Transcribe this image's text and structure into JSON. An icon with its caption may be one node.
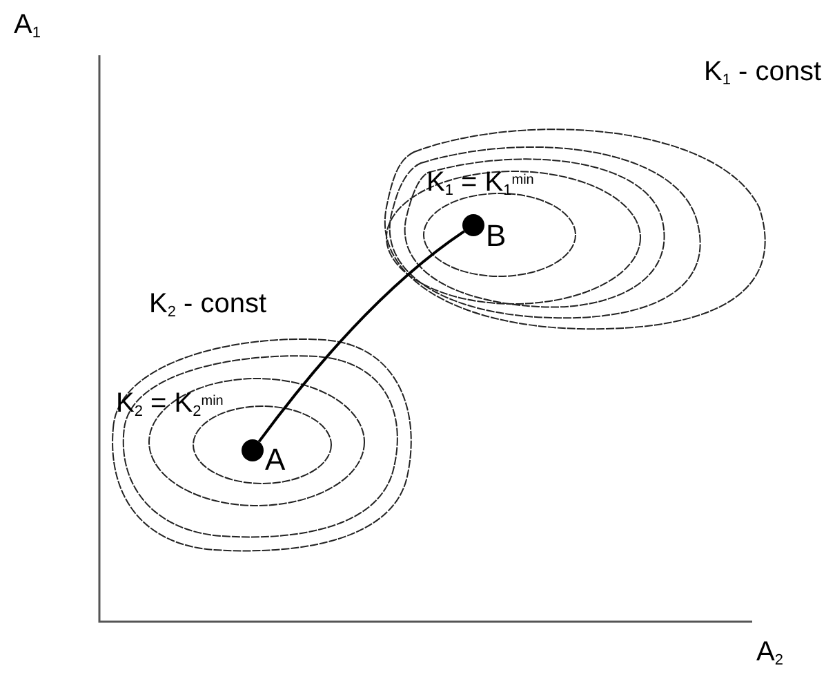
{
  "diagram": {
    "nodes": [
      {
        "text": [],
        "shape": "circle",
        "beside": [
          "A"
        ]
      },
      {
        "text": [],
        "shape": "circle",
        "beside": [
          "B"
        ]
      }
    ],
    "edges": [
      {
        "from": 0,
        "to": 1,
        "arrow": "none"
      }
    ],
    "labels": [
      "A$_{1}$",
      "K$_{1}$ - const",
      "K$_{1}$ = K$_{1}$$^{min}$",
      "K$_{2}$ - const",
      "K$_{2}$ = K$_{2}$$^{min}$",
      "A$_{2}$"
    ]
  }
}
